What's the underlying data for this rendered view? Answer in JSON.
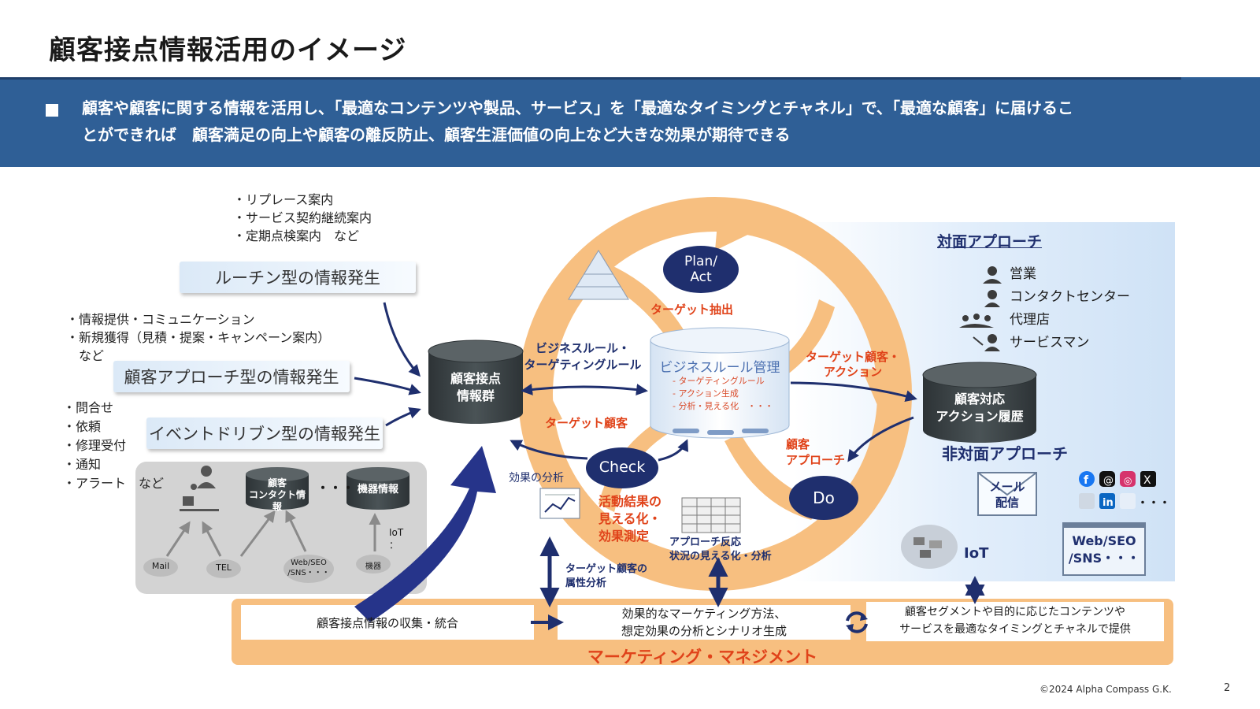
{
  "title": "顧客接点情報活用のイメージ",
  "banner": {
    "line1": "顧客や顧客に関する情報を活用し、「最適なコンテンツや製品、サービス」を「最適なタイミングとチャネル」で、「最適な顧客」に届けるこ",
    "line2": "とができれば　顧客満足の向上や顧客の離反防止、顧客生涯価値の向上など大きな効果が期待できる"
  },
  "routine": {
    "examples": [
      "・リプレース案内",
      "・サービス契約継続案内",
      "・定期点検案内　など"
    ],
    "label": "ルーチン型の情報発生"
  },
  "approach": {
    "examples": [
      "・情報提供・コミュニケーション",
      "・新規獲得（見積・提案・キャンペーン案内）",
      "　など"
    ],
    "label": "顧客アプローチ型の情報発生"
  },
  "event": {
    "examples": [
      "・問合せ",
      "・依頼",
      "・修理受付",
      "・通知",
      "・アラート　など"
    ],
    "label": "イベントドリブン型の情報発生"
  },
  "sources": {
    "contact_info": "顧客\nコンタクト情報",
    "dots": "・・・",
    "device_info": "機器情報",
    "iot": "IoT\n：",
    "mail": "Mail",
    "tel": "TEL",
    "web": "Web/SEO\n/SNS・・・",
    "device": "機器"
  },
  "center": {
    "customer_db": "顧客接点\n情報群",
    "business_rule_arrow": "ビジネスルール・\nターゲティングルール",
    "target_customer": "ターゲット顧客",
    "plan_act": "Plan/\nAct",
    "target_extract": "ターゲット抽出",
    "br_title": "ビジネスルール管理",
    "br_items": [
      "- ターゲティングルール",
      "- アクション生成",
      "- 分析・見える化　・・・"
    ],
    "check": "Check",
    "effect_analysis": "効果の分析",
    "activity_result": "活動結果の\n見える化・\n効果測定",
    "approach_reaction": "アプローチ反応\n状況の見える化・分析",
    "target_attr": "ターゲット顧客の\n属性分析",
    "target_action": "ターゲット顧客・\nアクション",
    "customer_approach": "顧客\nアプローチ",
    "do": "Do"
  },
  "right": {
    "face_title": "対面アプローチ",
    "face_items": [
      "営業",
      "コンタクトセンター",
      "代理店",
      "サービスマン"
    ],
    "history_db": "顧客対応\nアクション履歴",
    "nonface_title": "非対面アプローチ",
    "mail_delivery": "メール\n配信",
    "more": "・・・",
    "iot": "IoT",
    "web_sns": "Web/SEO\n/SNS・・・"
  },
  "bottom": {
    "box1": "顧客接点情報の収集・統合",
    "box2": "効果的なマーケティング方法、\n想定効果の分析とシナリオ生成",
    "box3": "顧客セグメントや目的に応じたコンテンツや\nサービスを最適なタイミングとチャネルで提供",
    "label": "マーケティング・マネジメント"
  },
  "footer": {
    "copyright": "©2024 Alpha Compass G.K.",
    "page": "2"
  },
  "colors": {
    "banner": "#2f5f96",
    "navy": "#1f2f6e",
    "orange": "#f7bf80",
    "red_label": "#e0431a",
    "cylinder": "#3d4447"
  }
}
